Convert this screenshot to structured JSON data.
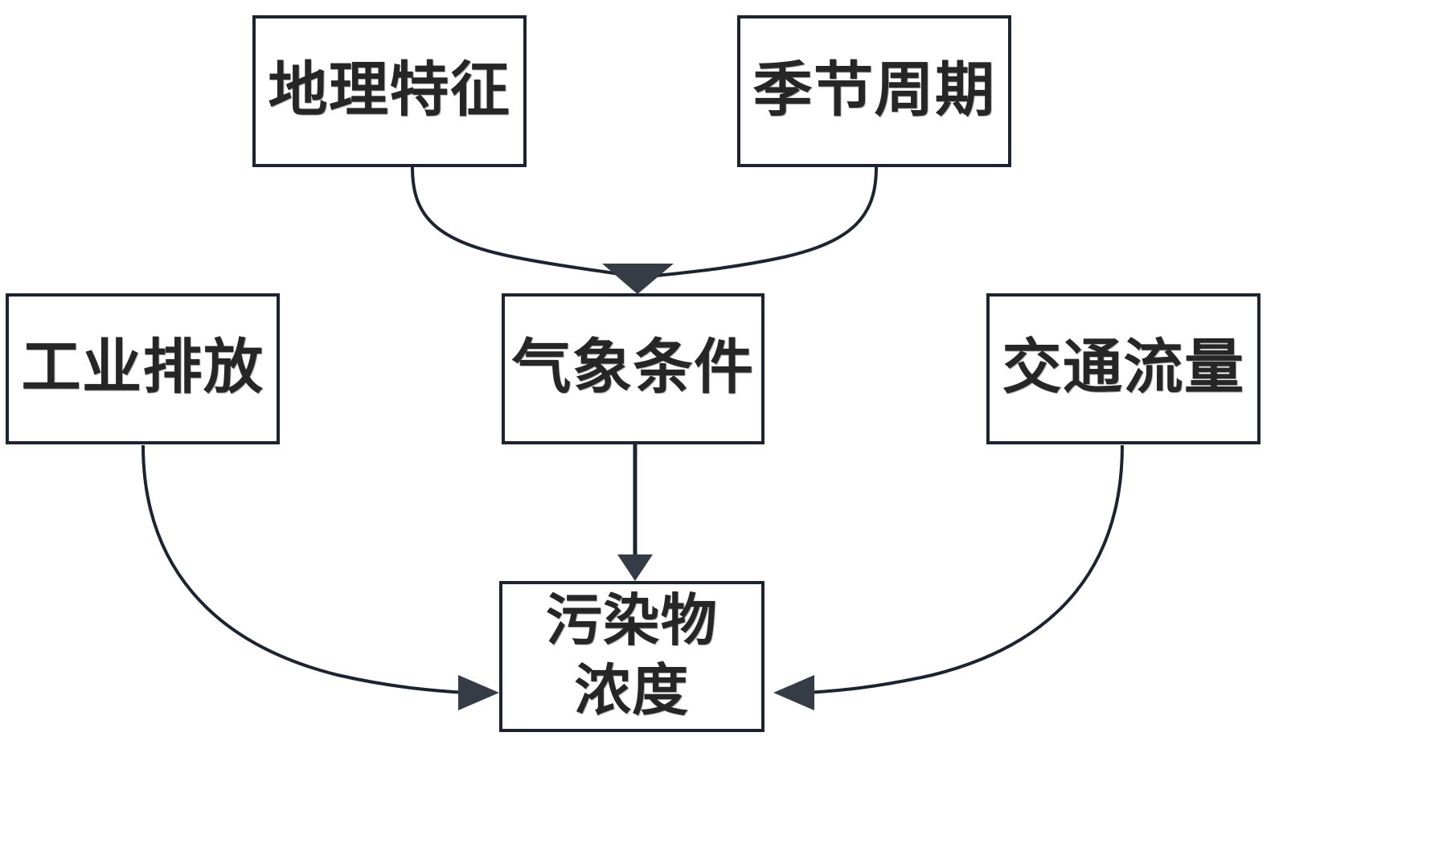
{
  "diagram": {
    "type": "flowchart",
    "title": "",
    "background_color": "#ffffff",
    "node_border_color": "#1b2430",
    "node_fill_color": "#ffffff",
    "text_color": "#262626",
    "edge_color": "#1b2430",
    "nodes": [
      {
        "id": "geo",
        "label": "地理特征",
        "row": "top",
        "col": "left"
      },
      {
        "id": "season",
        "label": "季节周期",
        "row": "top",
        "col": "right"
      },
      {
        "id": "industry",
        "label": "工业排放",
        "row": "middle",
        "col": "left"
      },
      {
        "id": "weather",
        "label": "气象条件",
        "row": "middle",
        "col": "center"
      },
      {
        "id": "traffic",
        "label": "交通流量",
        "row": "middle",
        "col": "right"
      },
      {
        "id": "pollutant",
        "label": "污染物\n浓度",
        "row": "bottom",
        "col": "center"
      }
    ],
    "edges": [
      {
        "id": "geo-to-weather",
        "from": "geo",
        "to": "weather",
        "style": "curved",
        "arrow": "end"
      },
      {
        "id": "season-to-weather",
        "from": "season",
        "to": "weather",
        "style": "curved",
        "arrow": "end"
      },
      {
        "id": "weather-to-pollutant",
        "from": "weather",
        "to": "pollutant",
        "style": "straight",
        "arrow": "end"
      },
      {
        "id": "industry-to-pollutant",
        "from": "industry",
        "to": "pollutant",
        "style": "curved",
        "arrow": "end"
      },
      {
        "id": "traffic-to-pollutant",
        "from": "traffic",
        "to": "pollutant",
        "style": "curved",
        "arrow": "end"
      }
    ]
  }
}
